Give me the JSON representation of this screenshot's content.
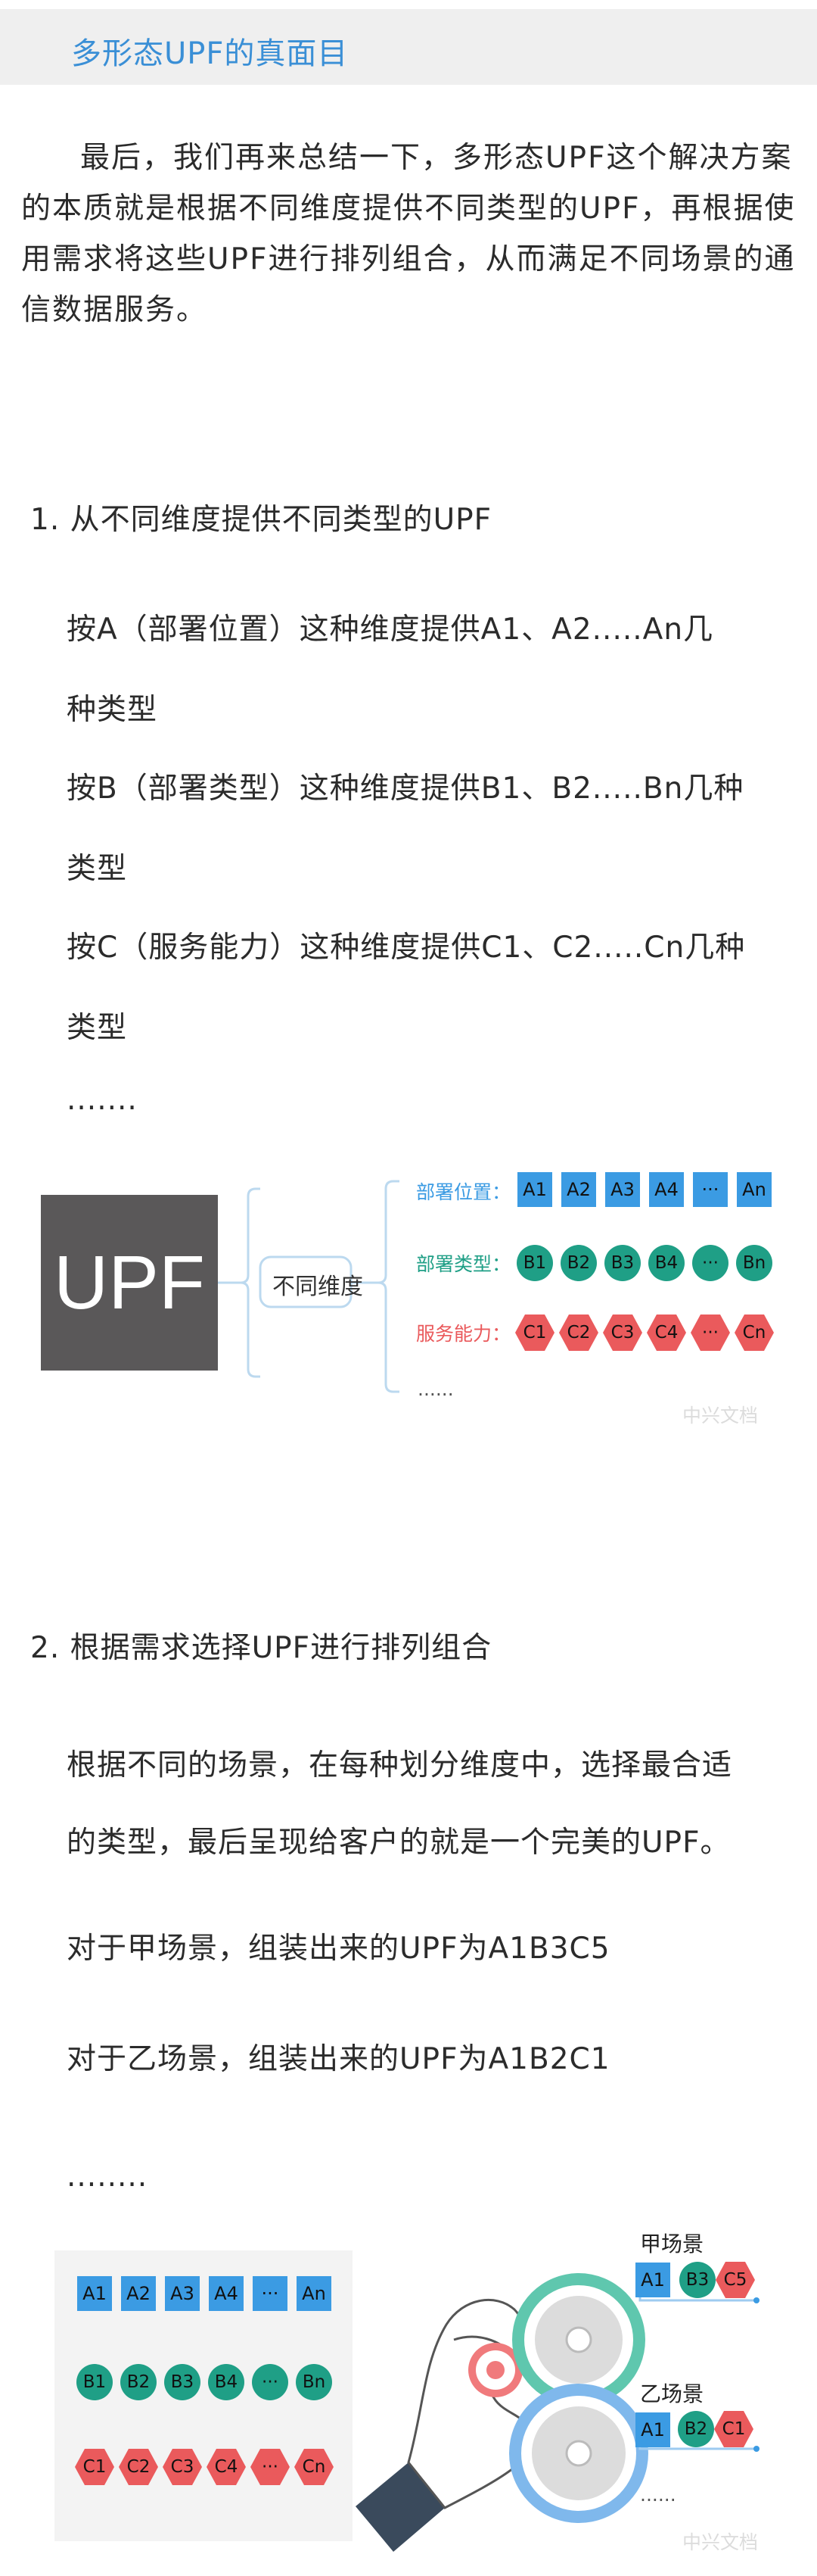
{
  "header": {
    "title": "多形态UPF的真面目"
  },
  "intro": "最后，我们再来总结一下，多形态UPF这个解决方案的本质就是根据不同维度提供不同类型的UPF，再根据使用需求将这些UPF进行排列组合，从而满足不同场景的通信数据服务。",
  "section1": {
    "heading": "1. 从不同维度提供不同类型的UPF",
    "items": [
      {
        "line1": "按A（部署位置）这种维度提供A1、A2.....An几",
        "line2": "种类型"
      },
      {
        "line1": "按B（部署类型）这种维度提供B1、B2.....Bn几种",
        "line2": "类型"
      },
      {
        "line1": "按C（服务能力）这种维度提供C1、C2.....Cn几种",
        "line2": "类型"
      }
    ],
    "ellipsis": "......."
  },
  "figure1": {
    "upf_label": "UPF",
    "dimension_label": "不同维度",
    "rows": [
      {
        "label": "部署位置：",
        "color": "#3b9be3",
        "cells": [
          "A1",
          "A2",
          "A3",
          "A4",
          "···",
          "An"
        ]
      },
      {
        "label": "部署类型：",
        "color": "#1f9f86",
        "cells": [
          "B1",
          "B2",
          "B3",
          "B4",
          "···",
          "Bn"
        ]
      },
      {
        "label": "服务能力：",
        "color": "#ea5a5c",
        "cells": [
          "C1",
          "C2",
          "C3",
          "C4",
          "···",
          "Cn"
        ]
      }
    ],
    "more": "......",
    "watermark": "中兴文档"
  },
  "section2": {
    "heading": "2.  根据需求选择UPF进行排列组合",
    "para_line1": "根据不同的场景，在每种划分维度中，选择最合适",
    "para_line2": "的类型，最后呈现给客户的就是一个完美的UPF。",
    "scene1": "对于甲场景，组装出来的UPF为A1B3C5",
    "scene2": "对于乙场景，组装出来的UPF为A1B2C1",
    "ellipsis": "........"
  },
  "figure2": {
    "grid": [
      [
        "A1",
        "A2",
        "A3",
        "A4",
        "···",
        "An"
      ],
      [
        "B1",
        "B2",
        "B3",
        "B4",
        "···",
        "Bn"
      ],
      [
        "C1",
        "C2",
        "C3",
        "C4",
        "···",
        "Cn"
      ]
    ],
    "scene_a": {
      "label": "甲场景",
      "cells": [
        "A1",
        "B3",
        "C5"
      ]
    },
    "scene_b": {
      "label": "乙场景",
      "cells": [
        "A1",
        "B2",
        "C1"
      ]
    },
    "more": "......",
    "watermark": "中兴文档"
  }
}
